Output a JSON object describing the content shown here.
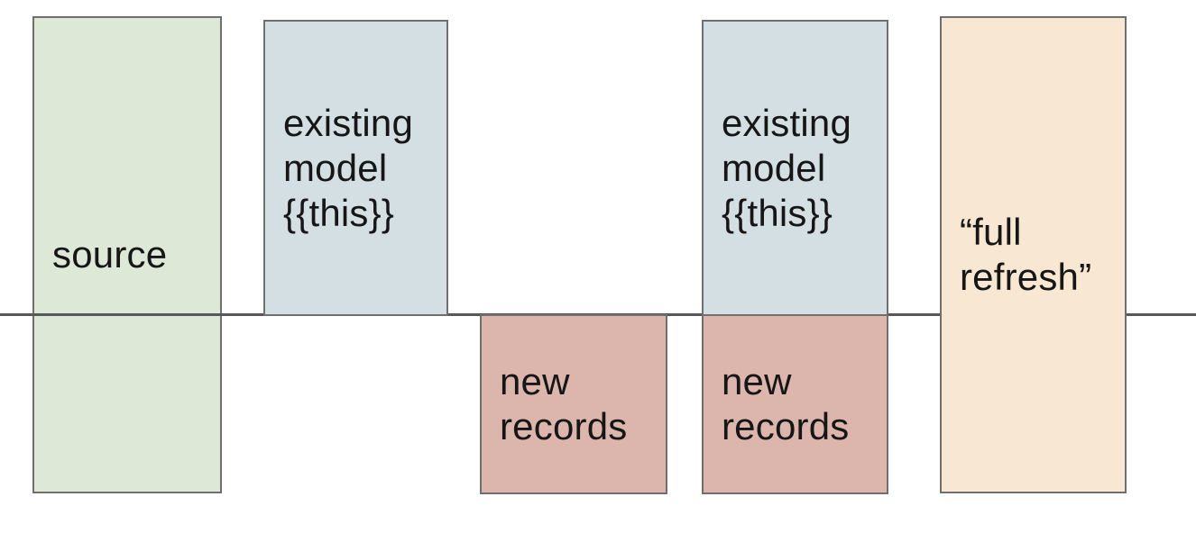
{
  "diagram": {
    "boxes": [
      {
        "name": "source",
        "lines": [
          "source"
        ]
      },
      {
        "name": "existing-model-left",
        "lines": [
          "existing",
          "model",
          "{{this}}"
        ]
      },
      {
        "name": "new-records-left",
        "lines": [
          "new",
          "records"
        ]
      },
      {
        "name": "existing-model-right",
        "lines": [
          "existing",
          "model",
          "{{this}}"
        ]
      },
      {
        "name": "new-records-right",
        "lines": [
          "new",
          "records"
        ]
      },
      {
        "name": "full-refresh",
        "lines": [
          "“full",
          "refresh”"
        ]
      }
    ],
    "colors": {
      "background": "#ffffff",
      "source_fill": "#dde8d6",
      "existing_model_fill": "#d4dfe3",
      "new_records_fill": "#dcb6ac",
      "full_refresh_fill": "#f8e7d2",
      "box_border": "#6f6f6f",
      "divider": "#585858",
      "text": "#161616"
    }
  }
}
